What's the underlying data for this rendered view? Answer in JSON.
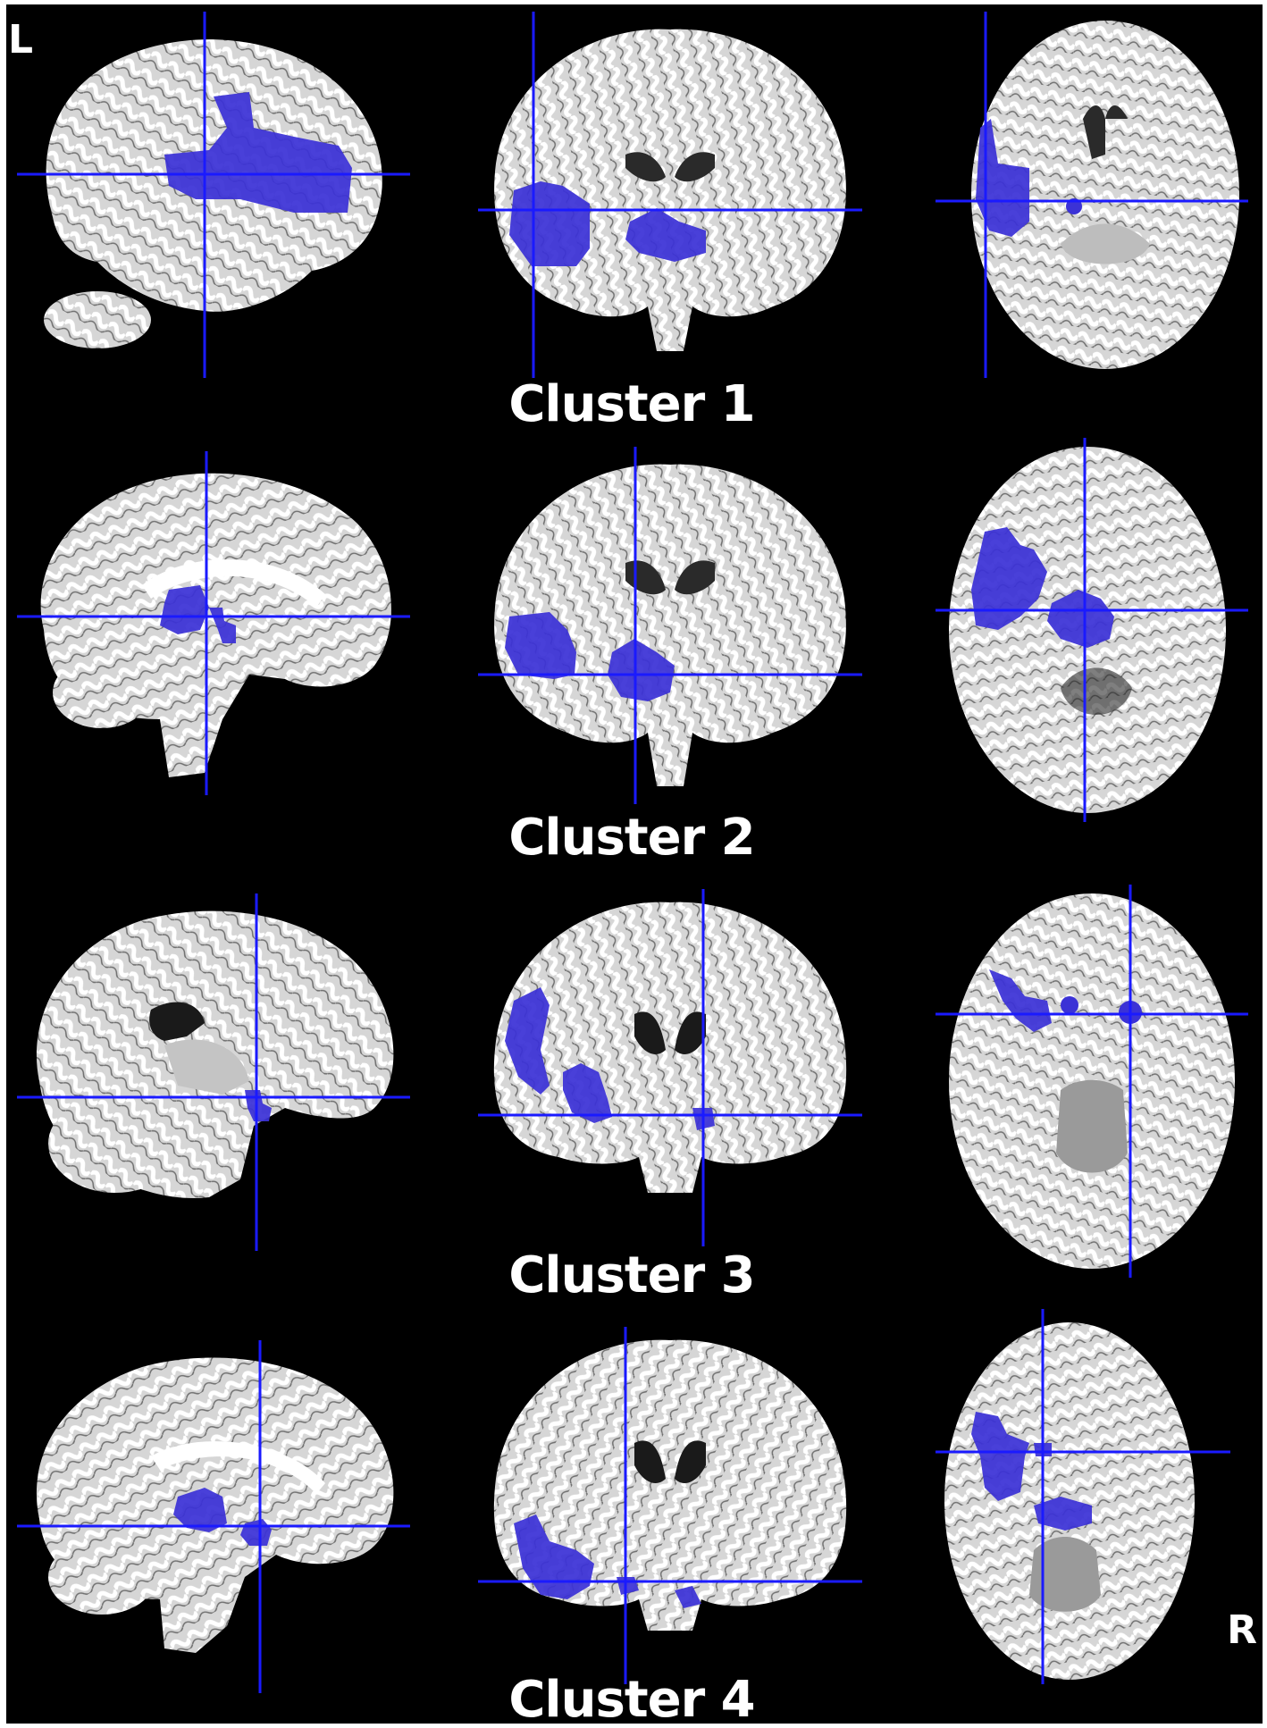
{
  "orientation": {
    "left": "L",
    "right": "R"
  },
  "colors": {
    "background": "#000000",
    "activation": "#3b32d6",
    "crosshair": "#1a1aff",
    "brain": "#d8d8d8",
    "gyri": "#ffffff",
    "sulci": "#7a7a7a",
    "label": "#ffffff"
  },
  "clusters": [
    {
      "label": "Cluster 1",
      "views": [
        "sagittal",
        "coronal",
        "axial"
      ]
    },
    {
      "label": "Cluster 2",
      "views": [
        "sagittal",
        "coronal",
        "axial"
      ]
    },
    {
      "label": "Cluster 3",
      "views": [
        "sagittal",
        "coronal",
        "axial"
      ]
    },
    {
      "label": "Cluster 4",
      "views": [
        "sagittal",
        "coronal",
        "axial"
      ]
    }
  ]
}
